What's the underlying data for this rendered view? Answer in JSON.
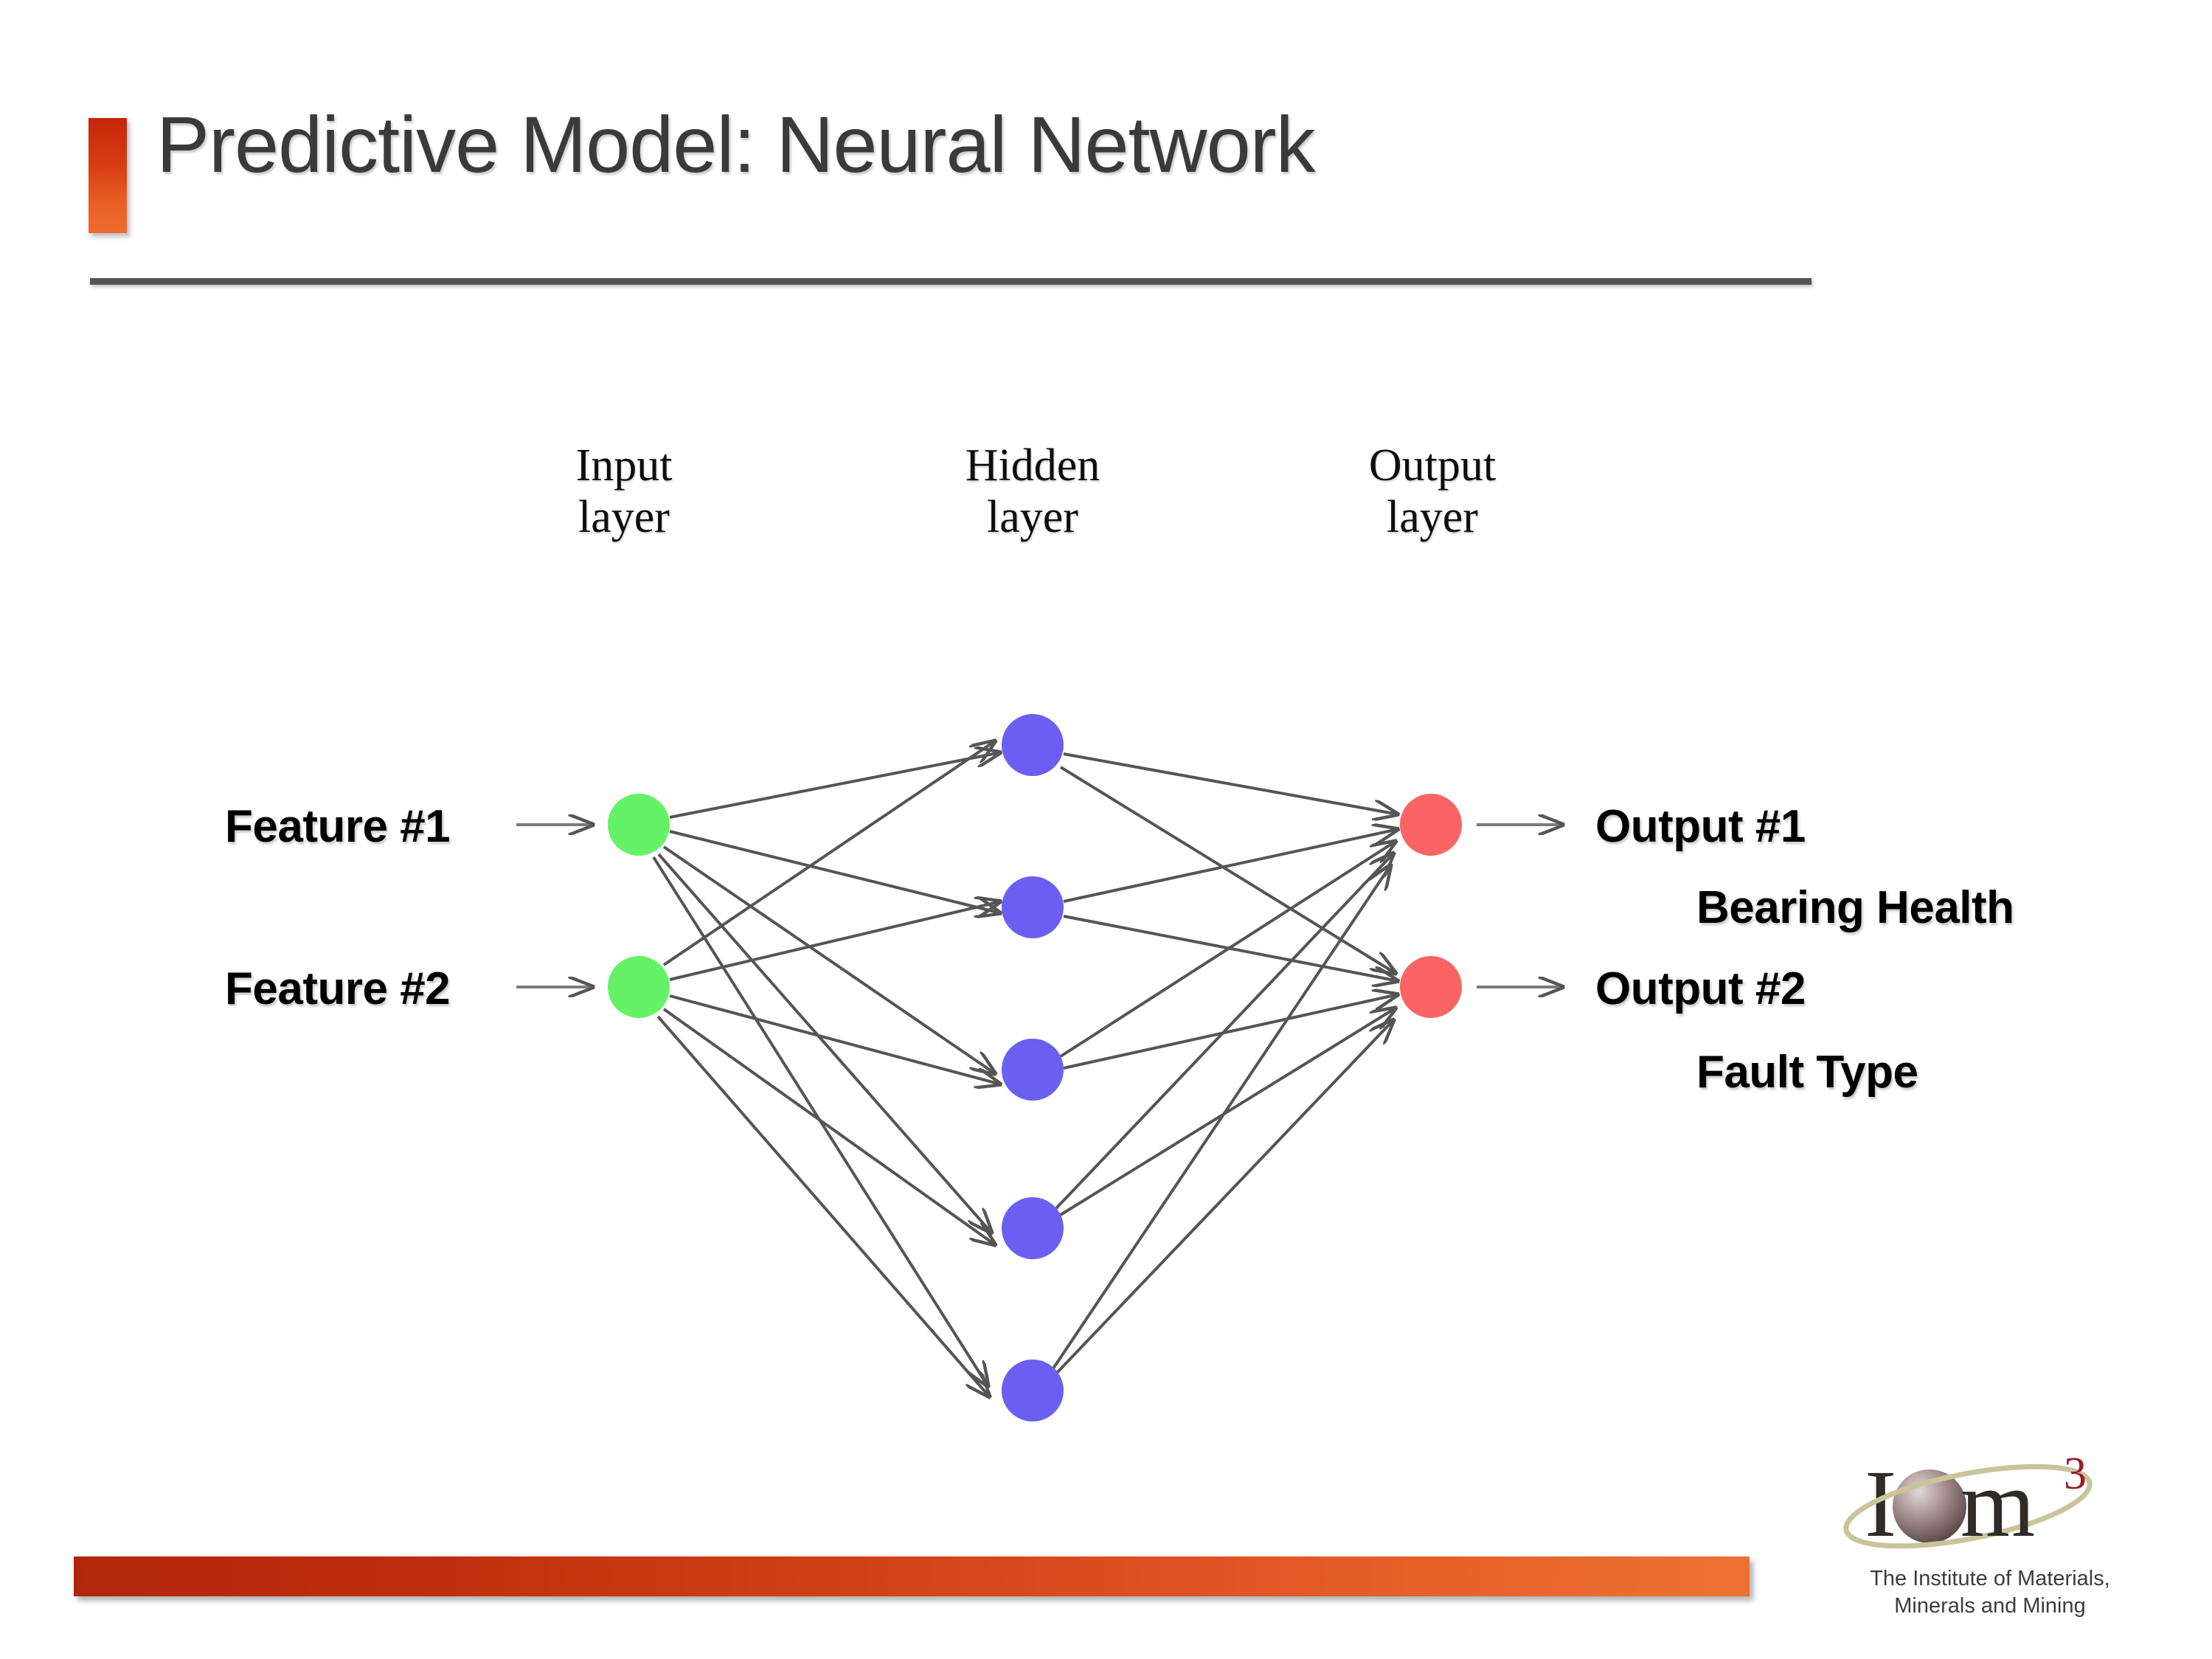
{
  "slide": {
    "title": "Predictive Model: Neural Network",
    "accent_color": "#e05a22",
    "divider_color": "#555454",
    "bottom_bar_gradient_from": "#b1260b",
    "bottom_bar_gradient_to": "#ee7132"
  },
  "diagram": {
    "type": "neural-network",
    "layer_labels": {
      "input": "Input\nlayer",
      "hidden": "Hidden\nlayer",
      "output": "Output\nlayer",
      "input_line1": "Input",
      "input_line2": "layer",
      "hidden_line1": "Hidden",
      "hidden_line2": "layer",
      "output_line1": "Output",
      "output_line2": "layer"
    },
    "node_colors": {
      "input": "#66f266",
      "hidden": "#6b5ff2",
      "output": "#fa6464",
      "edge": "#555555"
    },
    "layers": [
      {
        "name": "input",
        "count": 2,
        "node_labels": [
          "Feature #1",
          "Feature #2"
        ]
      },
      {
        "name": "hidden",
        "count": 5,
        "node_labels": []
      },
      {
        "name": "output",
        "count": 2,
        "node_labels": [
          "Output #1",
          "Output #2"
        ]
      }
    ],
    "input_labels": [
      "Feature #1",
      "Feature #2"
    ],
    "output_labels": [
      "Output #1",
      "Output #2"
    ],
    "output_sublabels": [
      "Bearing Health",
      "Fault Type"
    ],
    "connections": "fully-connected"
  },
  "logo": {
    "wordmark": "Iom",
    "superscript": "3",
    "caption_line1": "The Institute of Materials,",
    "caption_line2": "Minerals and Mining",
    "ring_color": "#c9c49a",
    "text_color": "#2f2b28",
    "superscript_color": "#9b1b2e"
  }
}
